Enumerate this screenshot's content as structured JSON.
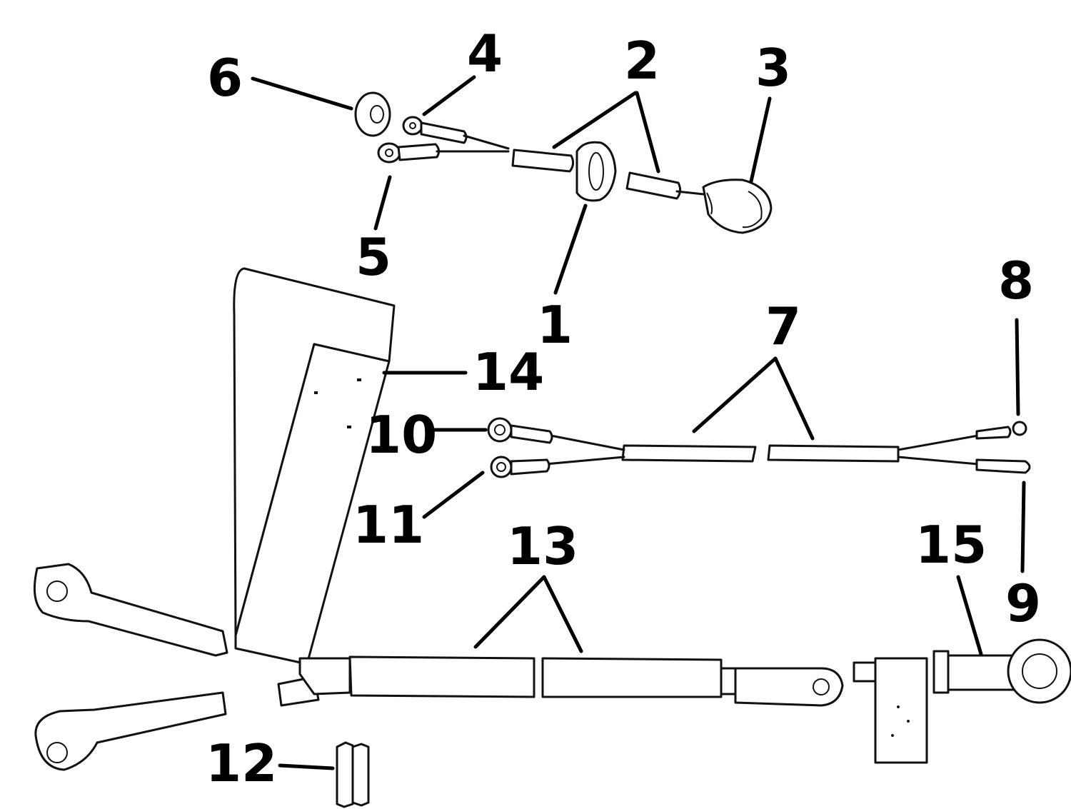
{
  "callouts": [
    {
      "id": "1",
      "text": "1"
    },
    {
      "id": "2",
      "text": "2"
    },
    {
      "id": "3",
      "text": "3"
    },
    {
      "id": "4",
      "text": "4"
    },
    {
      "id": "5",
      "text": "5"
    },
    {
      "id": "6",
      "text": "6"
    },
    {
      "id": "7",
      "text": "7"
    },
    {
      "id": "8",
      "text": "8"
    },
    {
      "id": "9",
      "text": "9"
    },
    {
      "id": "10",
      "text": "10"
    },
    {
      "id": "11",
      "text": "11"
    },
    {
      "id": "12",
      "text": "12"
    },
    {
      "id": "13",
      "text": "13"
    },
    {
      "id": "14",
      "text": "14"
    },
    {
      "id": "15",
      "text": "15"
    }
  ],
  "colors": {
    "line": "#111111",
    "background": "#ffffff"
  }
}
